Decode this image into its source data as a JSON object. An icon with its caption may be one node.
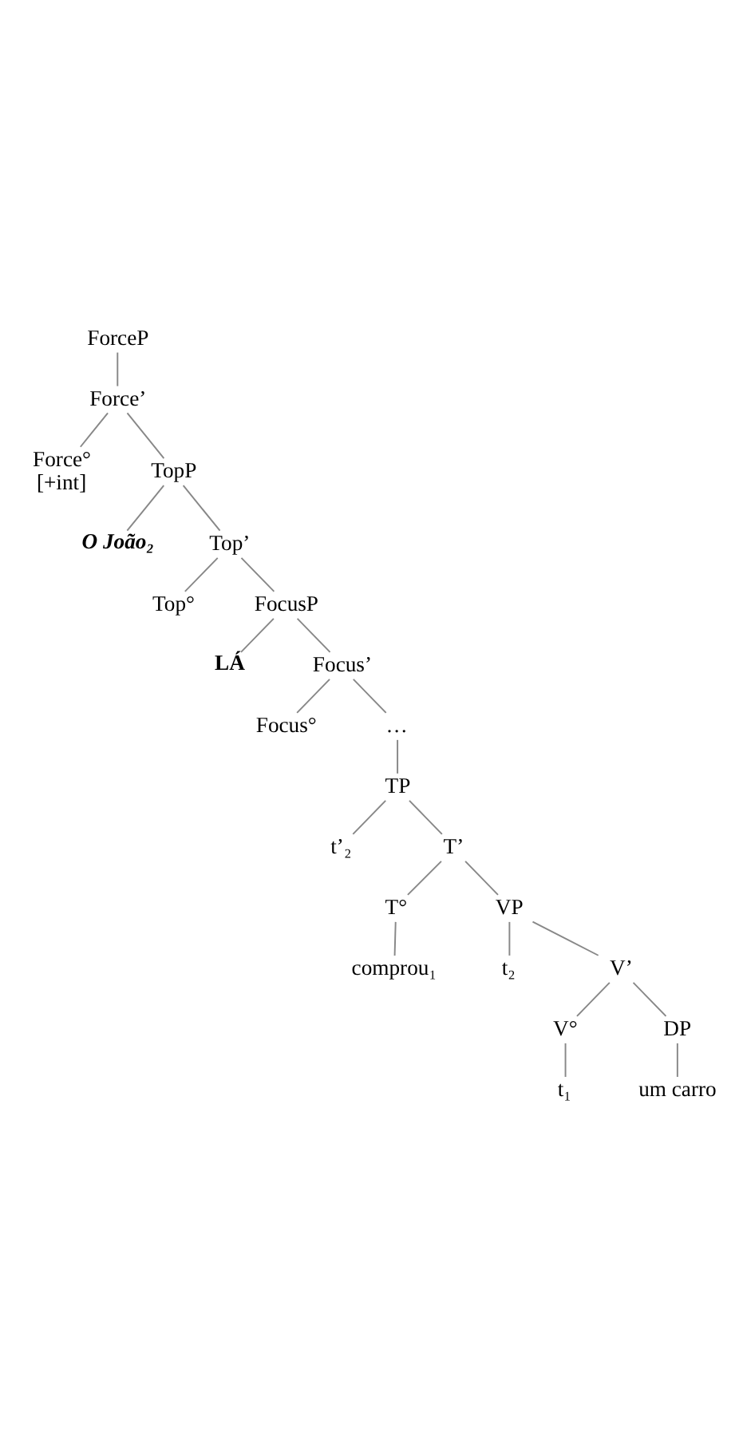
{
  "diagram": {
    "nodes": [
      {
        "text": [
          "ForceP"
        ]
      },
      {
        "text": [
          "Force’"
        ]
      },
      {
        "text": [
          "Force°",
          "[+int]"
        ]
      },
      {
        "text": [
          "TopP"
        ]
      },
      {
        "text": [
          "O João₂"
        ]
      },
      {
        "text": [
          "Top’"
        ]
      },
      {
        "text": [
          "Top°"
        ]
      },
      {
        "text": [
          "FocusP"
        ]
      },
      {
        "text": [
          "LÁ"
        ]
      },
      {
        "text": [
          "Focus’"
        ]
      },
      {
        "text": [
          "Focus°"
        ]
      },
      {
        "text": [
          "…"
        ]
      },
      {
        "text": [
          "TP"
        ]
      },
      {
        "text": [
          "t’₂"
        ]
      },
      {
        "text": [
          "T’"
        ]
      },
      {
        "text": [
          "T°"
        ]
      },
      {
        "text": [
          "VP"
        ]
      },
      {
        "text": [
          "comprou₁"
        ]
      },
      {
        "text": [
          "t₂"
        ]
      },
      {
        "text": [
          "V’"
        ]
      },
      {
        "text": [
          "V°"
        ]
      },
      {
        "text": [
          "DP"
        ]
      },
      {
        "text": [
          "t₁"
        ]
      },
      {
        "text": [
          "um carro"
        ]
      }
    ],
    "edges": [
      {
        "from": 0,
        "to": 1,
        "arrow": "none"
      },
      {
        "from": 1,
        "to": 2,
        "arrow": "none"
      },
      {
        "from": 1,
        "to": 3,
        "arrow": "none"
      },
      {
        "from": 3,
        "to": 4,
        "arrow": "none"
      },
      {
        "from": 3,
        "to": 5,
        "arrow": "none"
      },
      {
        "from": 5,
        "to": 6,
        "arrow": "none"
      },
      {
        "from": 5,
        "to": 7,
        "arrow": "none"
      },
      {
        "from": 7,
        "to": 8,
        "arrow": "none"
      },
      {
        "from": 7,
        "to": 9,
        "arrow": "none"
      },
      {
        "from": 9,
        "to": 10,
        "arrow": "none"
      },
      {
        "from": 9,
        "to": 11,
        "arrow": "none"
      },
      {
        "from": 11,
        "to": 12,
        "arrow": "none"
      },
      {
        "from": 12,
        "to": 13,
        "arrow": "none"
      },
      {
        "from": 12,
        "to": 14,
        "arrow": "none"
      },
      {
        "from": 14,
        "to": 15,
        "arrow": "none"
      },
      {
        "from": 14,
        "to": 16,
        "arrow": "none"
      },
      {
        "from": 15,
        "to": 17,
        "arrow": "none"
      },
      {
        "from": 16,
        "to": 18,
        "arrow": "none"
      },
      {
        "from": 16,
        "to": 19,
        "arrow": "none"
      },
      {
        "from": 19,
        "to": 20,
        "arrow": "none"
      },
      {
        "from": 19,
        "to": 21,
        "arrow": "none"
      },
      {
        "from": 20,
        "to": 22,
        "arrow": "none"
      },
      {
        "from": 21,
        "to": 23,
        "arrow": "none"
      }
    ]
  }
}
